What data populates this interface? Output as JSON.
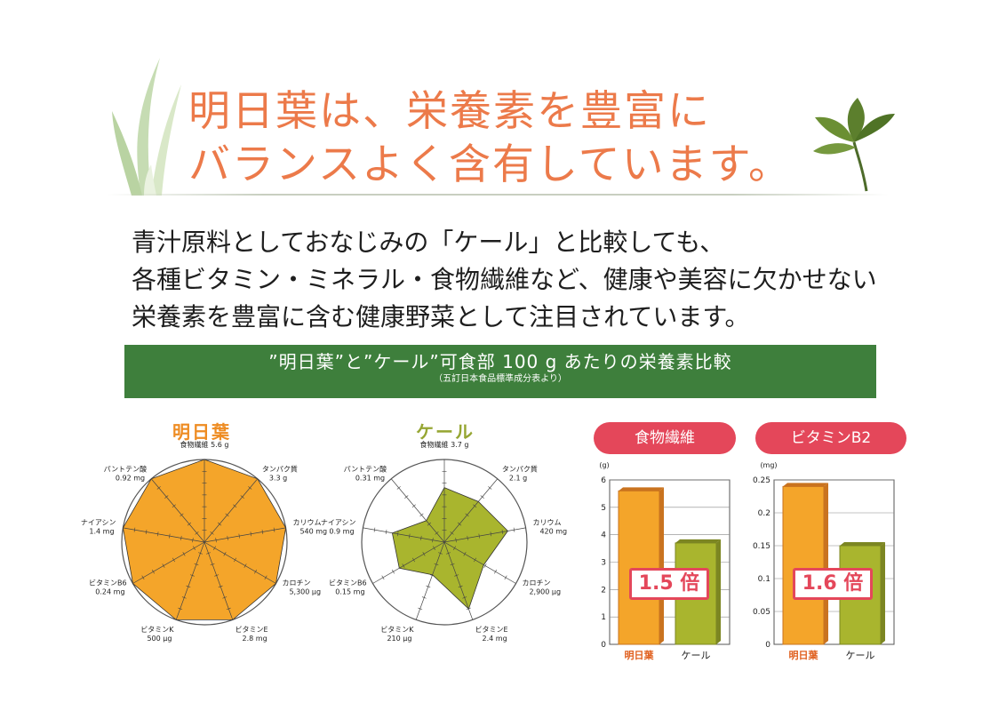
{
  "title": {
    "line1": "明日葉は、栄養素を豊富に",
    "line2": "バランスよく含有しています。"
  },
  "intro": {
    "line1": "青汁原料としておなじみの「ケール」と比較しても、",
    "line2": "各種ビタミン・ミネラル・食物繊維など、健康や美容に欠かせない",
    "line3": "栄養素を豊富に含む健康野菜として注目されています。"
  },
  "banner": {
    "main": "”明日葉”と”ケール”可食部 100 g あたりの栄養素比較",
    "note": "（五訂日本食品標準成分表より）"
  },
  "colors": {
    "title": "#ec7a4a",
    "banner": "#3e7f3c",
    "ashitaba": "#f4a52a",
    "kale": "#a9b52e",
    "pill": "#e4475a"
  },
  "chart_data": [
    {
      "type": "radar",
      "title": "明日葉",
      "axes": [
        {
          "name": "食物繊維",
          "value": "5.6 g"
        },
        {
          "name": "タンパク質",
          "value": "3.3 g"
        },
        {
          "name": "カリウム",
          "value": "540 mg"
        },
        {
          "name": "カロチン",
          "value": "5,300 μg"
        },
        {
          "name": "ビタミンE",
          "value": "2.8 mg"
        },
        {
          "name": "ビタミンK",
          "value": "500 μg"
        },
        {
          "name": "ビタミンB6",
          "value": "0.24 mg"
        },
        {
          "name": "ナイアシン",
          "value": "1.4 mg"
        },
        {
          "name": "パントテン酸",
          "value": "0.92 mg"
        }
      ],
      "relative": [
        1,
        1,
        1,
        1,
        1,
        1,
        1,
        1,
        1
      ]
    },
    {
      "type": "radar",
      "title": "ケール",
      "axes": [
        {
          "name": "食物繊維",
          "value": "3.7 g"
        },
        {
          "name": "タンパク質",
          "value": "2.1 g"
        },
        {
          "name": "カリウム",
          "value": "420 mg"
        },
        {
          "name": "カロチン",
          "value": "2,900 μg"
        },
        {
          "name": "ビタミンE",
          "value": "2.4 mg"
        },
        {
          "name": "ビタミンK",
          "value": "210 μg"
        },
        {
          "name": "ビタミンB6",
          "value": "0.15 mg"
        },
        {
          "name": "ナイアシン",
          "value": "0.9 mg"
        },
        {
          "name": "パントテン酸",
          "value": "0.31 mg"
        }
      ],
      "relative": [
        0.66,
        0.64,
        0.78,
        0.55,
        0.86,
        0.42,
        0.63,
        0.64,
        0.34
      ]
    },
    {
      "type": "bar",
      "title": "食物繊維",
      "unit": "(g)",
      "categories": [
        "明日葉",
        "ケール"
      ],
      "values": [
        5.6,
        3.7
      ],
      "ylim": [
        0,
        6
      ],
      "yticks": [
        "0",
        "1",
        "2",
        "3",
        "4",
        "5",
        "6"
      ],
      "ratio_label": "1.5 倍"
    },
    {
      "type": "bar",
      "title": "ビタミンB2",
      "unit": "(mg)",
      "categories": [
        "明日葉",
        "ケール"
      ],
      "values": [
        0.24,
        0.15
      ],
      "ylim": [
        0,
        0.25
      ],
      "yticks": [
        "0",
        "0.05",
        "0.1",
        "0.15",
        "0.2",
        "0.25"
      ],
      "ratio_label": "1.6 倍"
    }
  ]
}
